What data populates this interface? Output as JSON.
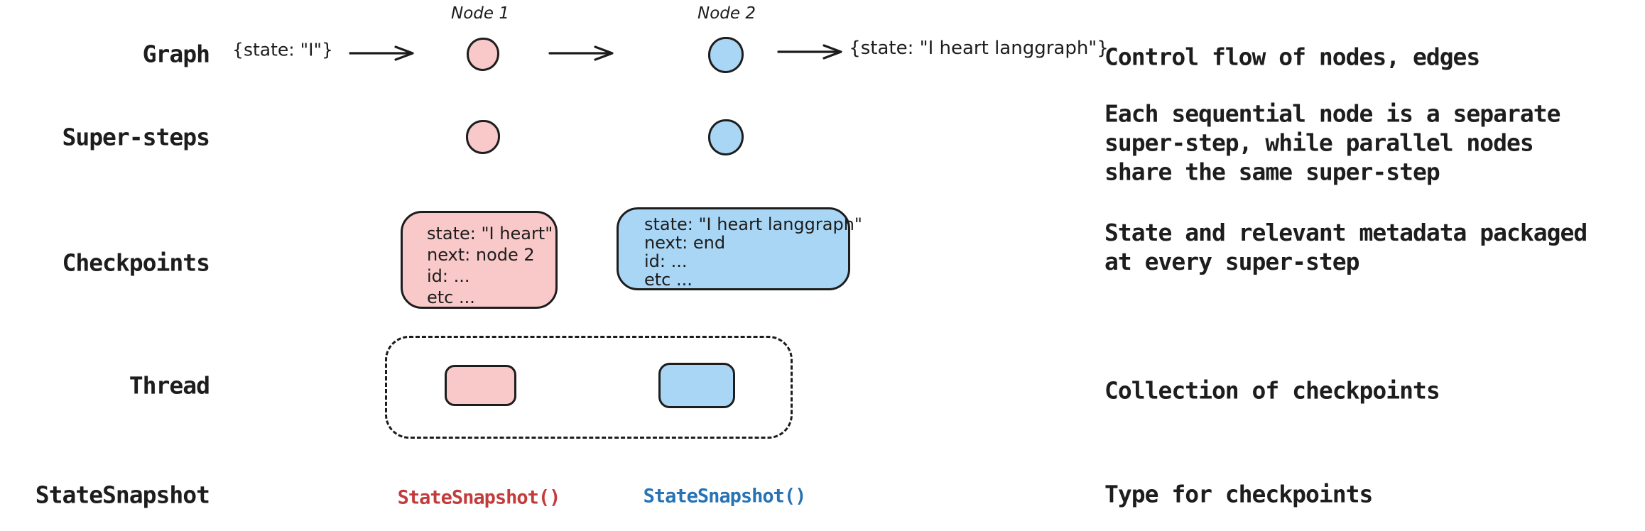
{
  "colors": {
    "ink": "#1c1c1c",
    "node_pink_fill": "#f9c9c9",
    "node_blue_fill": "#a9d6f5",
    "snapshot_red": "#c43b3b",
    "snapshot_blue": "#2673b5"
  },
  "rows": [
    {
      "label": "Graph",
      "desc_lines": [
        "Control flow of nodes, edges"
      ]
    },
    {
      "label": "Super-steps",
      "desc_lines": [
        "Each sequential node is a separate",
        "super-step, while parallel nodes",
        "share the same super-step"
      ]
    },
    {
      "label": "Checkpoints",
      "desc_lines": [
        "State and relevant metadata packaged",
        "at every super-step"
      ]
    },
    {
      "label": "Thread",
      "desc_lines": [
        "Collection of checkpoints"
      ]
    },
    {
      "label": "StateSnapshot",
      "desc_lines": [
        "Type for checkpoints"
      ]
    }
  ],
  "graph_flow": {
    "input_state": "{state: \"I\"}",
    "node1_label": "Node 1",
    "node2_label": "Node 2",
    "output_state": "{state: \"I heart langgraph\"}"
  },
  "checkpoint_node1": {
    "line1": "state: \"I heart\"",
    "line2": "next: node 2",
    "line3": "id: ...",
    "line4": "etc ..."
  },
  "checkpoint_node2": {
    "line1": "state: \"I heart langgraph\"",
    "line2": "next: end",
    "line3": "id: ...",
    "line4": "etc ..."
  },
  "snapshots": {
    "node1": "StateSnapshot()",
    "node2": "StateSnapshot()"
  }
}
